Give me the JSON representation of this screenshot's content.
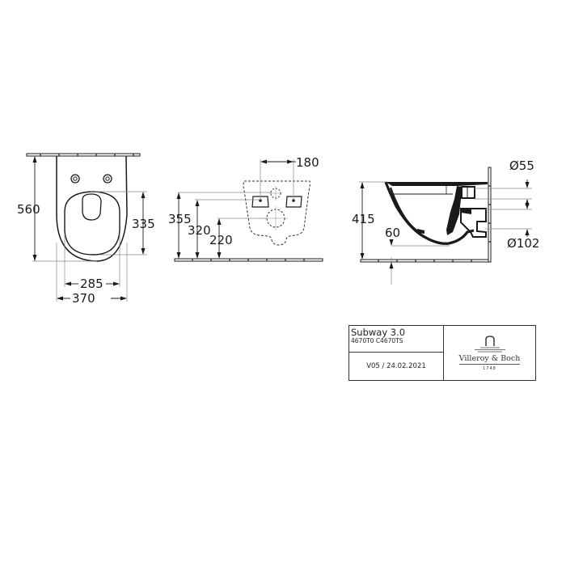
{
  "front_view": {
    "dimensions": {
      "height_total": "560",
      "seat_depth": "335",
      "inner_width": "285",
      "outer_width": "370"
    }
  },
  "wall_view": {
    "dimensions": {
      "bolt_spacing": "180",
      "height_upper": "355",
      "height_bolts": "320",
      "height_outlet": "220"
    }
  },
  "side_view": {
    "dimensions": {
      "height_total": "415",
      "floor_clearance": "60",
      "inlet_diameter": "Ø55",
      "outlet_diameter": "Ø102"
    }
  },
  "title_block": {
    "product_name": "Subway 3.0",
    "product_codes": "4670T0 C4670TS",
    "version_date": "V05 / 24.02.2021",
    "brand_name": "Villeroy & Boch",
    "brand_year": "1748"
  },
  "colors": {
    "line": "#1a1a1a",
    "extension_line": "#888888",
    "background": "#ffffff"
  }
}
